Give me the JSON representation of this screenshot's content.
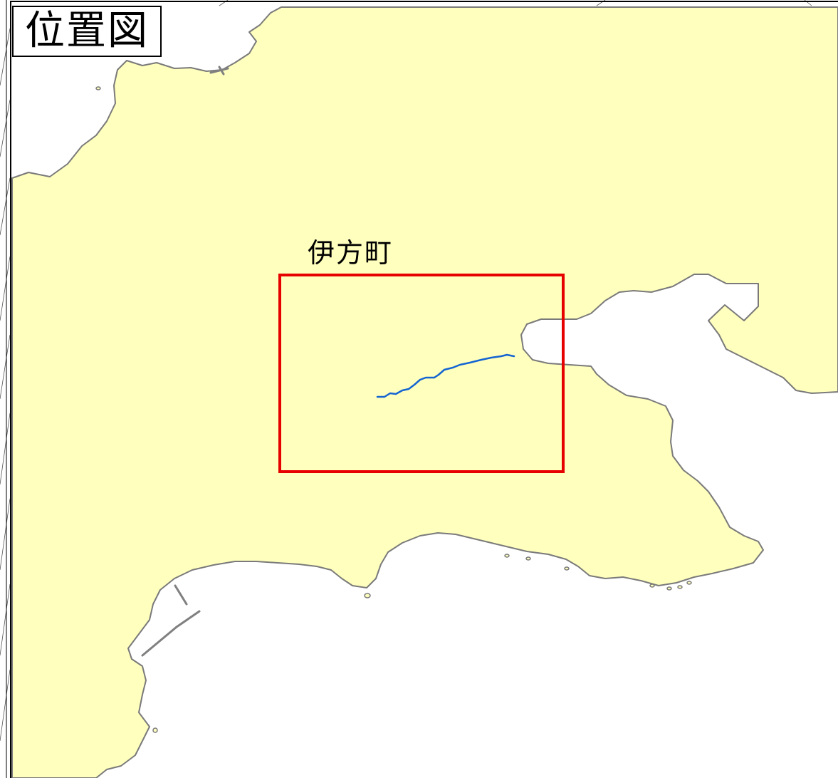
{
  "map": {
    "title": "位置図",
    "target_label": "伊方町",
    "colors": {
      "land": "#ffffbe",
      "sea": "#ffffff",
      "coastline": "#7a7a7a",
      "frame": "#000000",
      "target_box": "#e60000",
      "river": "#1464d2"
    },
    "features": {
      "target_area_box": "red-rectangle",
      "river": "blue-polyline",
      "land": "yellow-land-mass",
      "sea": "white-sea-area",
      "piers": "grey-pier-lines",
      "edge_hatching": "diagonal-hatching-left-edge"
    }
  }
}
